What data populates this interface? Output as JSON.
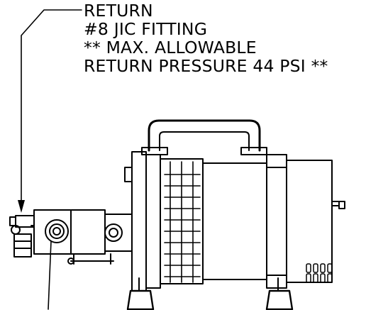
{
  "callout": {
    "line1": "RETURN",
    "line2": "#8 JIC FITTING",
    "line3": "** MAX. ALLOWABLE",
    "line4": "RETURN PRESSURE 44 PSI **"
  },
  "colors": {
    "ink": "#000000",
    "paper": "#ffffff"
  }
}
